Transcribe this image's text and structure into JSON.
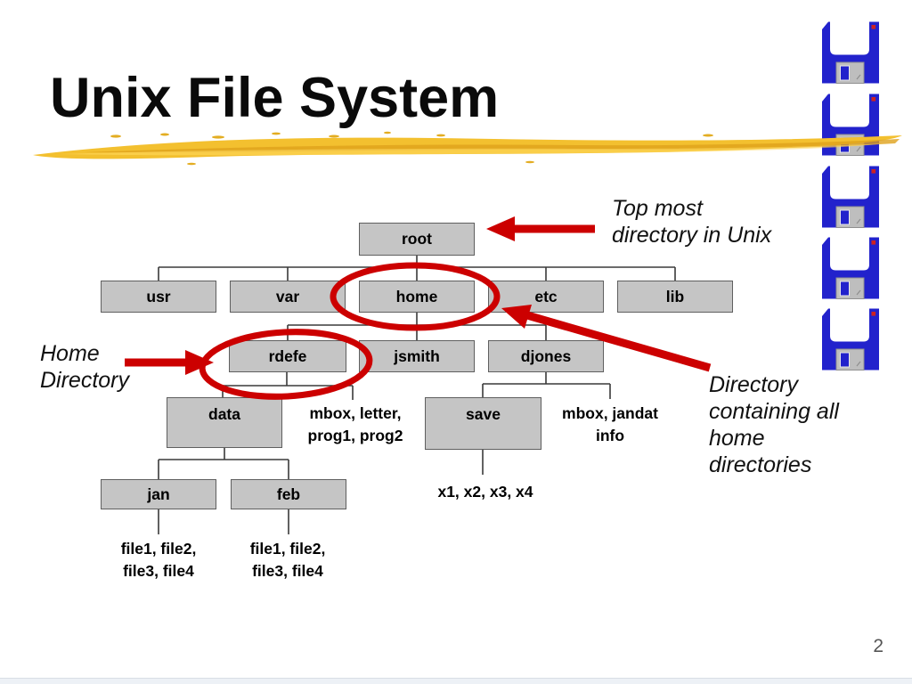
{
  "slide": {
    "title": "Unix File System",
    "page_number": "2"
  },
  "tree": {
    "nodes": [
      {
        "id": "root",
        "label": "root"
      },
      {
        "id": "usr",
        "label": "usr"
      },
      {
        "id": "var",
        "label": "var"
      },
      {
        "id": "home",
        "label": "home"
      },
      {
        "id": "etc",
        "label": "etc"
      },
      {
        "id": "lib",
        "label": "lib"
      },
      {
        "id": "rdefe",
        "label": "rdefe"
      },
      {
        "id": "jsmith",
        "label": "jsmith"
      },
      {
        "id": "djones",
        "label": "djones"
      },
      {
        "id": "data",
        "label": "data"
      },
      {
        "id": "save",
        "label": "save"
      },
      {
        "id": "jan",
        "label": "jan"
      },
      {
        "id": "feb",
        "label": "feb"
      }
    ],
    "file_labels": {
      "rdefe_files": "mbox, letter,\nprog1, prog2",
      "djones_files": "mbox, jandat\ninfo",
      "save_files": "x1, x2, x3, x4",
      "jan_files": "file1, file2,\nfile3, file4",
      "feb_files": "file1, file2,\nfile3, file4"
    }
  },
  "annotations": {
    "top_most": "Top most\ndirectory in Unix",
    "home_directory": "Home\nDirectory",
    "containing": "Directory\ncontaining all\nhome\ndirectories"
  },
  "icons": {
    "floppy_disk": "floppy-disk-icon",
    "floppy_count": 5
  },
  "colors": {
    "annotation_red": "#cc0000",
    "box_fill": "#c5c5c5",
    "box_border": "#5f5f5f",
    "connector": "#3a3a3a",
    "floppy_blue": "#2222cc",
    "brush_gold": "#f3c02f",
    "page_number_gray": "#555555"
  }
}
